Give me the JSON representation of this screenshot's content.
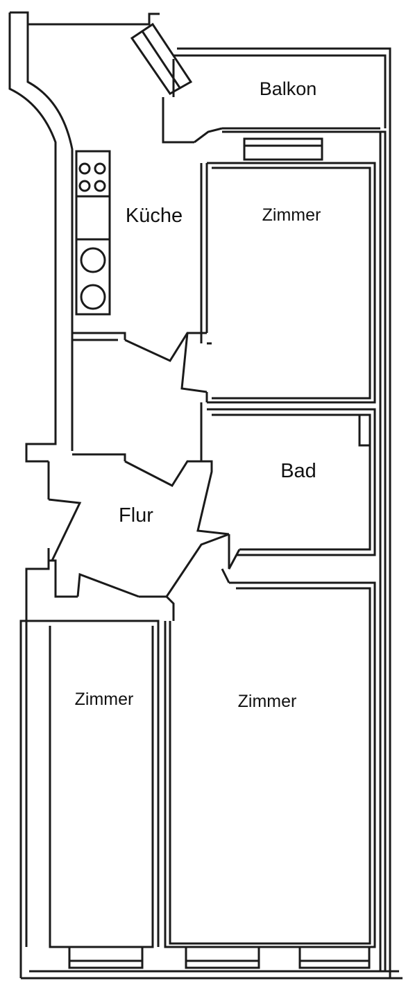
{
  "floor_plan": {
    "line_color": "#1a1a1a",
    "fill_color": "#ffffff",
    "rooms": [
      {
        "key": "balkon",
        "label": "Balkon"
      },
      {
        "key": "kueche",
        "label": "Küche"
      },
      {
        "key": "zimmer_top",
        "label": "Zimmer"
      },
      {
        "key": "bad",
        "label": "Bad"
      },
      {
        "key": "flur",
        "label": "Flur"
      },
      {
        "key": "zimmer_bottom_left",
        "label": "Zimmer"
      },
      {
        "key": "zimmer_bottom_right",
        "label": "Zimmer"
      }
    ],
    "fixtures": [
      "stove",
      "sink"
    ]
  }
}
